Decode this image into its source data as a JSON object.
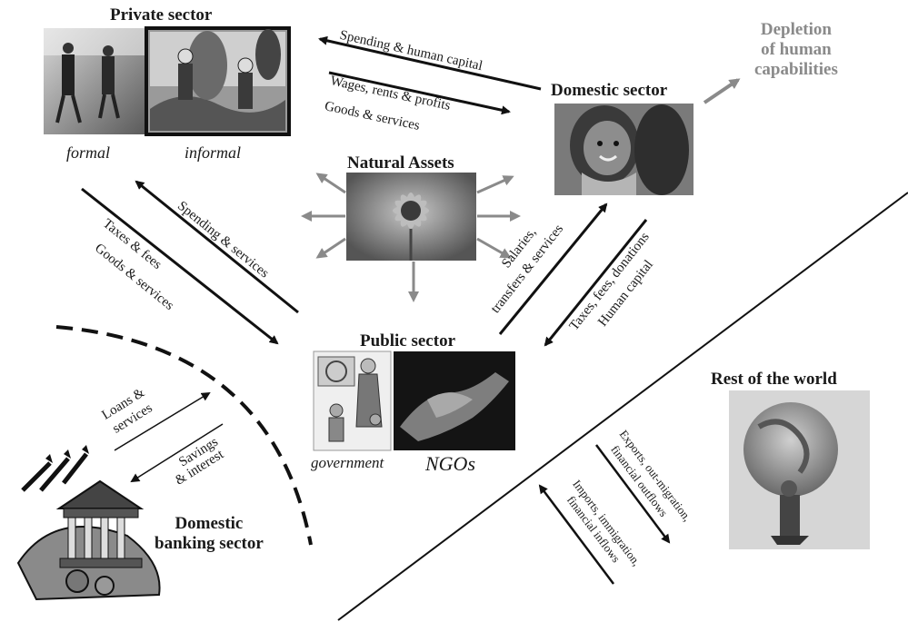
{
  "sectors": {
    "private": "Private sector",
    "domestic": "Domestic sector",
    "natural": "Natural Assets",
    "public": "Public sector",
    "rest_of_world": "Rest of the world",
    "banking_line1": "Domestic",
    "banking_line2": "banking sector"
  },
  "sublabels": {
    "formal": "formal",
    "informal": "informal",
    "government": "government",
    "ngos": "NGOs"
  },
  "depletion": {
    "line1": "Depletion",
    "line2": "of human",
    "line3": "capabilities"
  },
  "flows": {
    "spending_human_capital": "Spending & human capital",
    "wages_rents_profits": "Wages, rents & profits",
    "goods_services": "Goods & services",
    "spending_services": "Spending & services",
    "taxes_fees": "Taxes & fees",
    "goods_services_2": "Goods & services",
    "salaries": "Salaries,",
    "transfers_services": "transfers & services",
    "taxes_fees_donations": "Taxes, fees, donations",
    "human_capital": "Human capital",
    "loans": "Loans &",
    "services": "services",
    "savings": "Savings",
    "interest": "& interest",
    "exports": "Exports, out-migration,",
    "financial_outflows": "financial outflows",
    "imports": "Imports, immigration,",
    "financial_inflows": "financial inflows"
  }
}
